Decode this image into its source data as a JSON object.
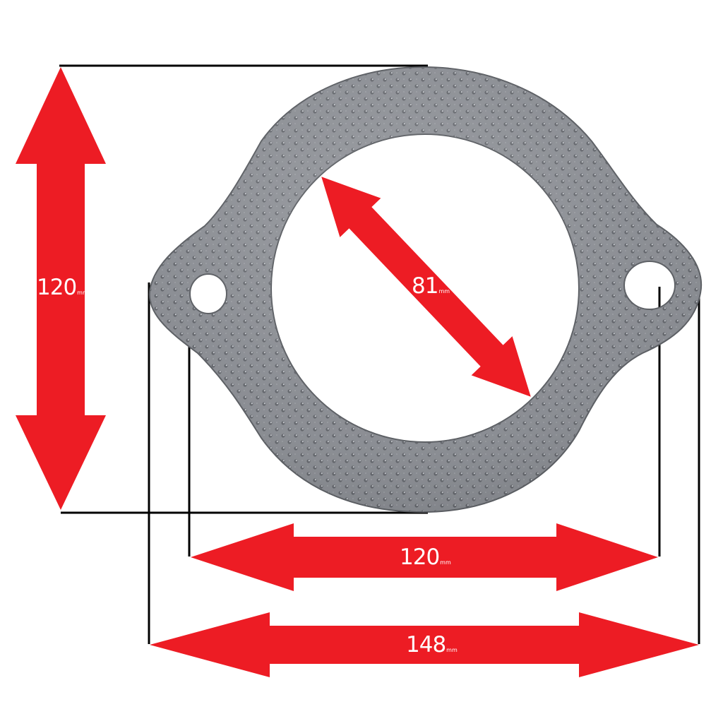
{
  "colors": {
    "arrow": "#ed1c24",
    "gasket_base": "#8a8d93",
    "gasket_dark": "#6e7177",
    "gasket_light": "#b3b6bb",
    "extension_line": "#000000",
    "label_text": "#ffffff"
  },
  "dimensions": {
    "height": {
      "value": "120",
      "unit": "mm"
    },
    "bore_diameter": {
      "value": "81",
      "unit": "mm"
    },
    "bolt_spacing": {
      "value": "120",
      "unit": "mm"
    },
    "overall_width": {
      "value": "148",
      "unit": "mm"
    }
  }
}
